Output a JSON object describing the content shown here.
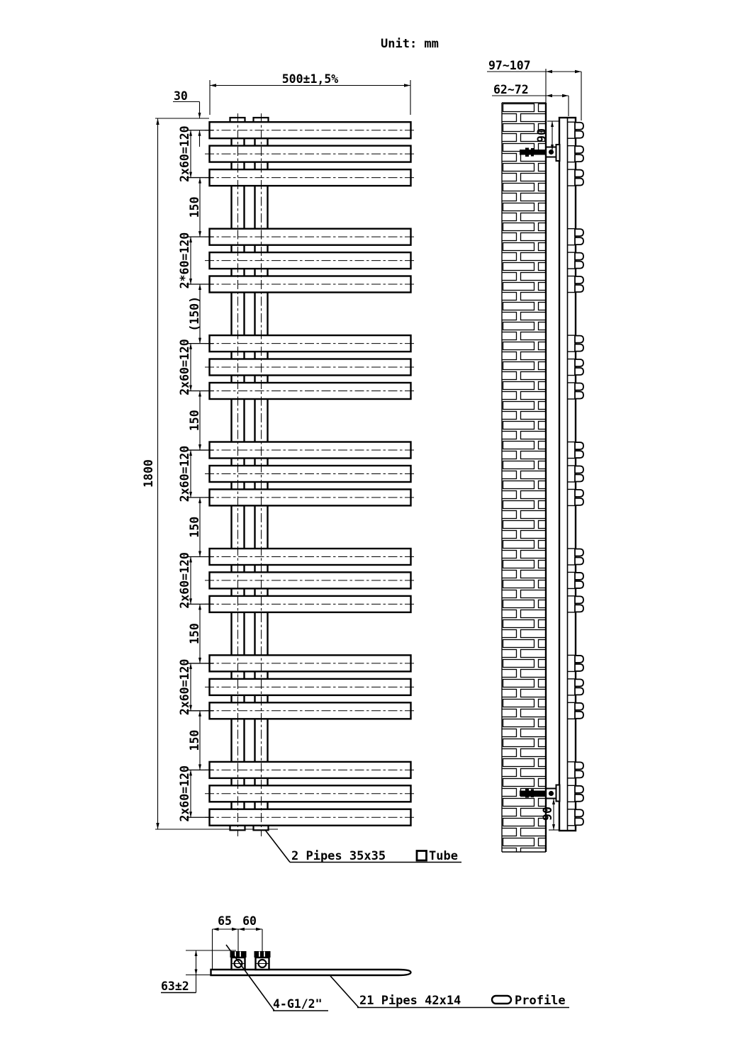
{
  "title": "Unit: mm",
  "colors": {
    "line": "#000000",
    "background": "#ffffff"
  },
  "front_view": {
    "width_dim": "500±1,5%",
    "top_offset_dim": "30",
    "height_dim": "1800",
    "group_dims": [
      "2x60=120",
      "2*60=120",
      "2x60=120",
      "2x60=120",
      "2x60=120",
      "2x60=120",
      "2x60=120"
    ],
    "gap_dims": [
      "150",
      "(150)",
      "150",
      "150",
      "150",
      "150"
    ],
    "pipes_callout": "2 Pipes 35x35",
    "tube_label": "Tube",
    "tube_symbol": "square-tube-icon"
  },
  "side_view": {
    "wall_to_front_dim": "97~107",
    "wall_to_back_dim": "62~72",
    "top_bracket_dim": "90",
    "bottom_bracket_dim": "90"
  },
  "bottom_view": {
    "spacing_left_dim": "65",
    "spacing_right_dim": "60",
    "depth_dim": "63±2",
    "fitting_callout": "4-G1/2\"",
    "pipes_callout": "21 Pipes 42x14",
    "profile_label": "Profile",
    "profile_symbol": "oval-profile-icon"
  }
}
